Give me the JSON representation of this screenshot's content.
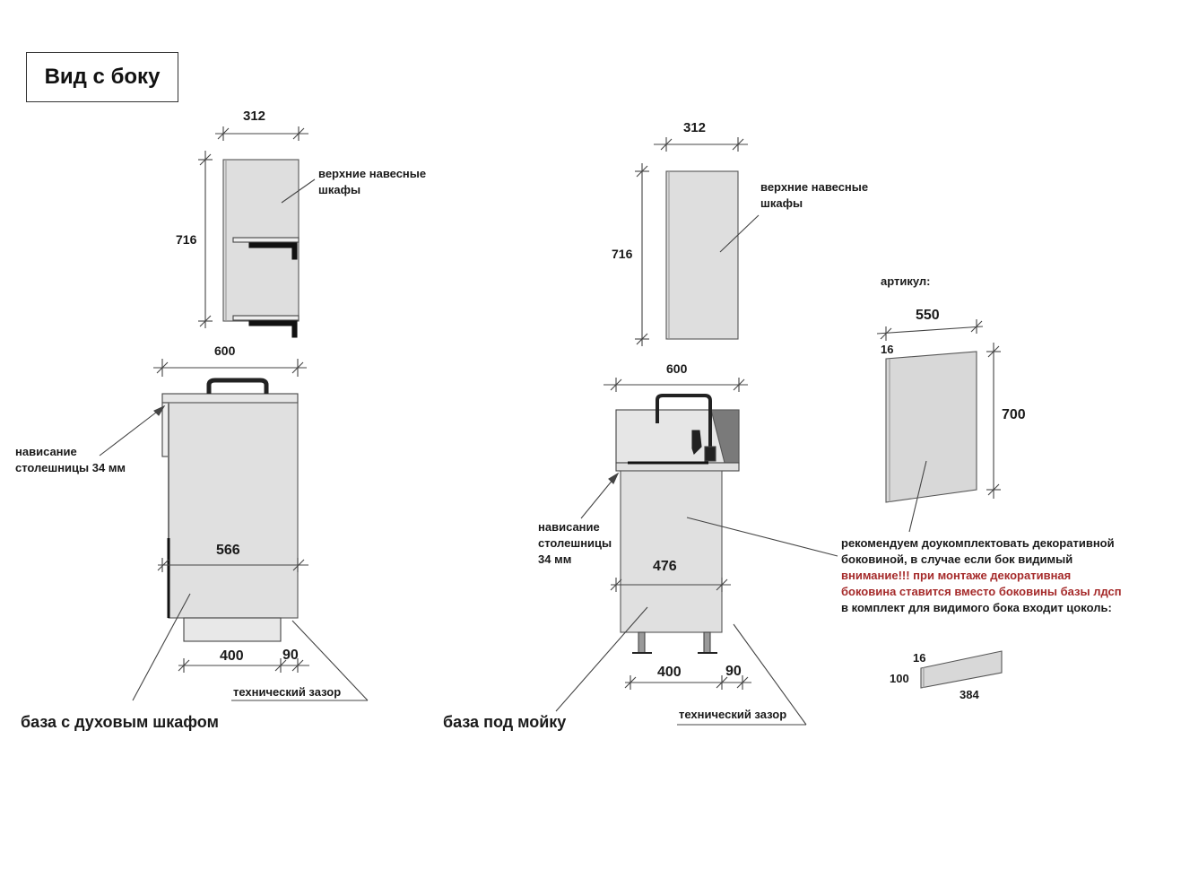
{
  "title": "Вид с боку",
  "left": {
    "upper_label": [
      "верхние навесные",
      "шкафы"
    ],
    "upper_width": "312",
    "upper_height": "716",
    "base_width": "600",
    "base_depth": "566",
    "overhang_label": [
      "нависание",
      "столешницы 34 мм"
    ],
    "plinth_depth": "400",
    "gap": "90",
    "gap_label": "технический зазор",
    "base_label": "база с духовым шкафом"
  },
  "right": {
    "upper_label": [
      "верхние навесные",
      "шкафы"
    ],
    "upper_width": "312",
    "upper_height": "716",
    "base_width": "600",
    "base_depth": "476",
    "overhang_label": [
      "нависание",
      "столешницы",
      "34 мм"
    ],
    "plinth_depth": "400",
    "gap": "90",
    "gap_label": "технический зазор",
    "base_label": "база под мойку"
  },
  "panel": {
    "article_label": "артикул:",
    "width": "550",
    "thickness": "16",
    "height": "700"
  },
  "notes": {
    "recommend": [
      "рекомендуем доукомплектовать декоративной",
      "боковиной, в случае если бок видимый"
    ],
    "warning": [
      "внимание!!! при монтаже декоративная",
      "боковина ставится вместо боковины базы лдсп"
    ],
    "plinth_included": "в комплект для видимого бока входит цоколь:"
  },
  "plinth": {
    "thickness": "16",
    "height": "100",
    "length": "384"
  },
  "colors": {
    "line": "#333333",
    "panel_fill": "#dcdcdc",
    "dark": "#222222",
    "warning": "#a52a2a"
  }
}
